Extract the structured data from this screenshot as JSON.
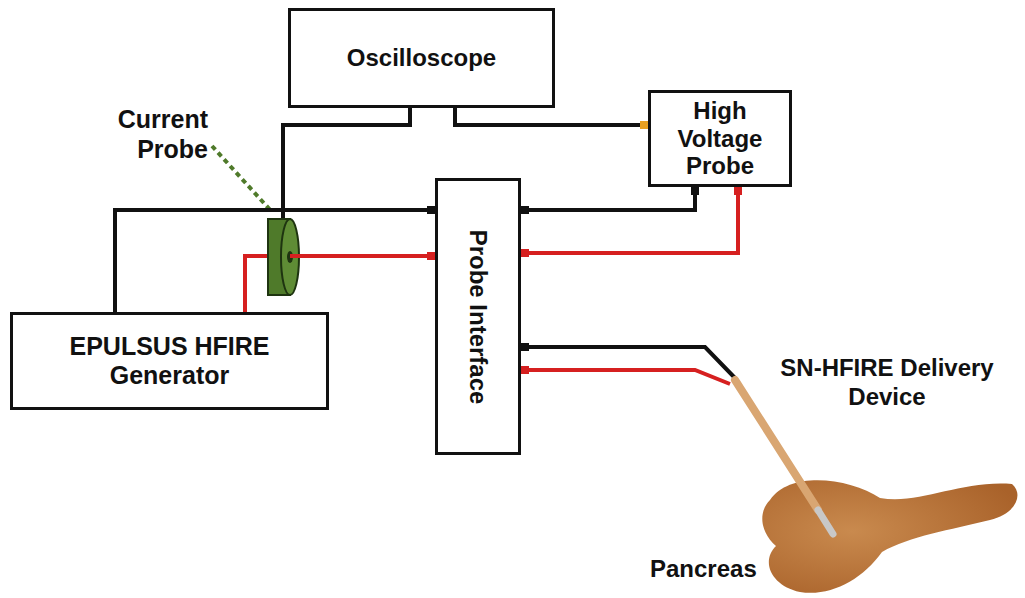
{
  "diagram": {
    "nodes": [
      {
        "text": [
          "Oscilloscope"
        ]
      },
      {
        "text": [
          "High Voltage Probe"
        ]
      },
      {
        "text": [
          "Probe Interface"
        ]
      },
      {
        "text": [
          "EPULSUS HFIRE Generator"
        ]
      }
    ],
    "edges": [
      {
        "from": 3,
        "to": 2,
        "arrow": "none"
      },
      {
        "from": 3,
        "to": 2,
        "arrow": "none"
      },
      {
        "from": 0,
        "to": 1,
        "arrow": "none"
      },
      {
        "from": 2,
        "to": 1,
        "arrow": "none"
      },
      {
        "from": 2,
        "to": 1,
        "arrow": "none"
      }
    ],
    "labels": [
      "Current Probe",
      "SN-HFIRE Delivery Device",
      "Pancreas"
    ]
  }
}
